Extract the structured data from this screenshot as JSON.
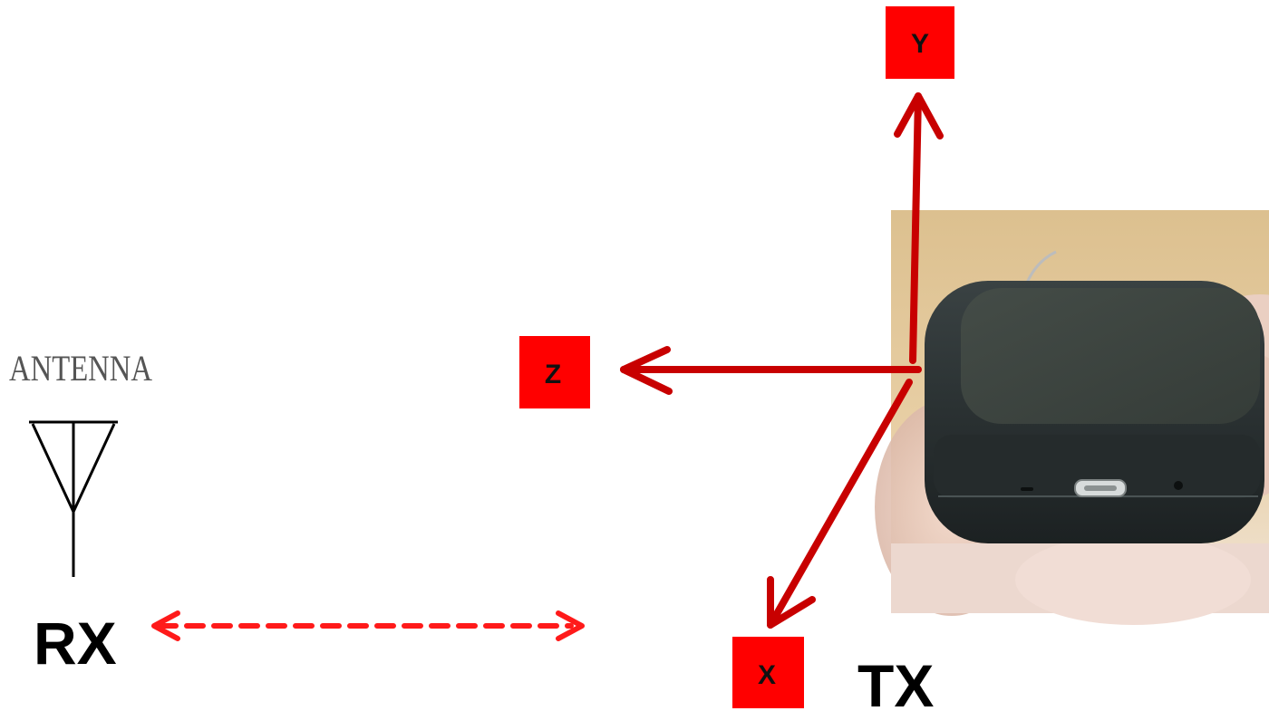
{
  "labels": {
    "antenna": "ANTENNA",
    "rx": "RX",
    "tx": "TX"
  },
  "axes": [
    {
      "id": "y",
      "label": "Y",
      "direction": "up"
    },
    {
      "id": "z",
      "label": "Z",
      "direction": "left"
    },
    {
      "id": "x",
      "label": "X",
      "direction": "down-left"
    }
  ],
  "links": [
    {
      "id": "rx-tx-link",
      "style": "dashed",
      "ends": "double-arrow"
    }
  ],
  "photo": {
    "subject": "handheld black transmitter device with micro-USB port"
  },
  "colors": {
    "axis_arrow": "#c80000",
    "label_box": "#ff0000",
    "link_arrow": "#ff1a1a",
    "antenna_line": "#000000",
    "device_body": "#2b3233",
    "photo_background": "#e2c79a"
  },
  "icons": {
    "antenna": "antenna-icon"
  }
}
